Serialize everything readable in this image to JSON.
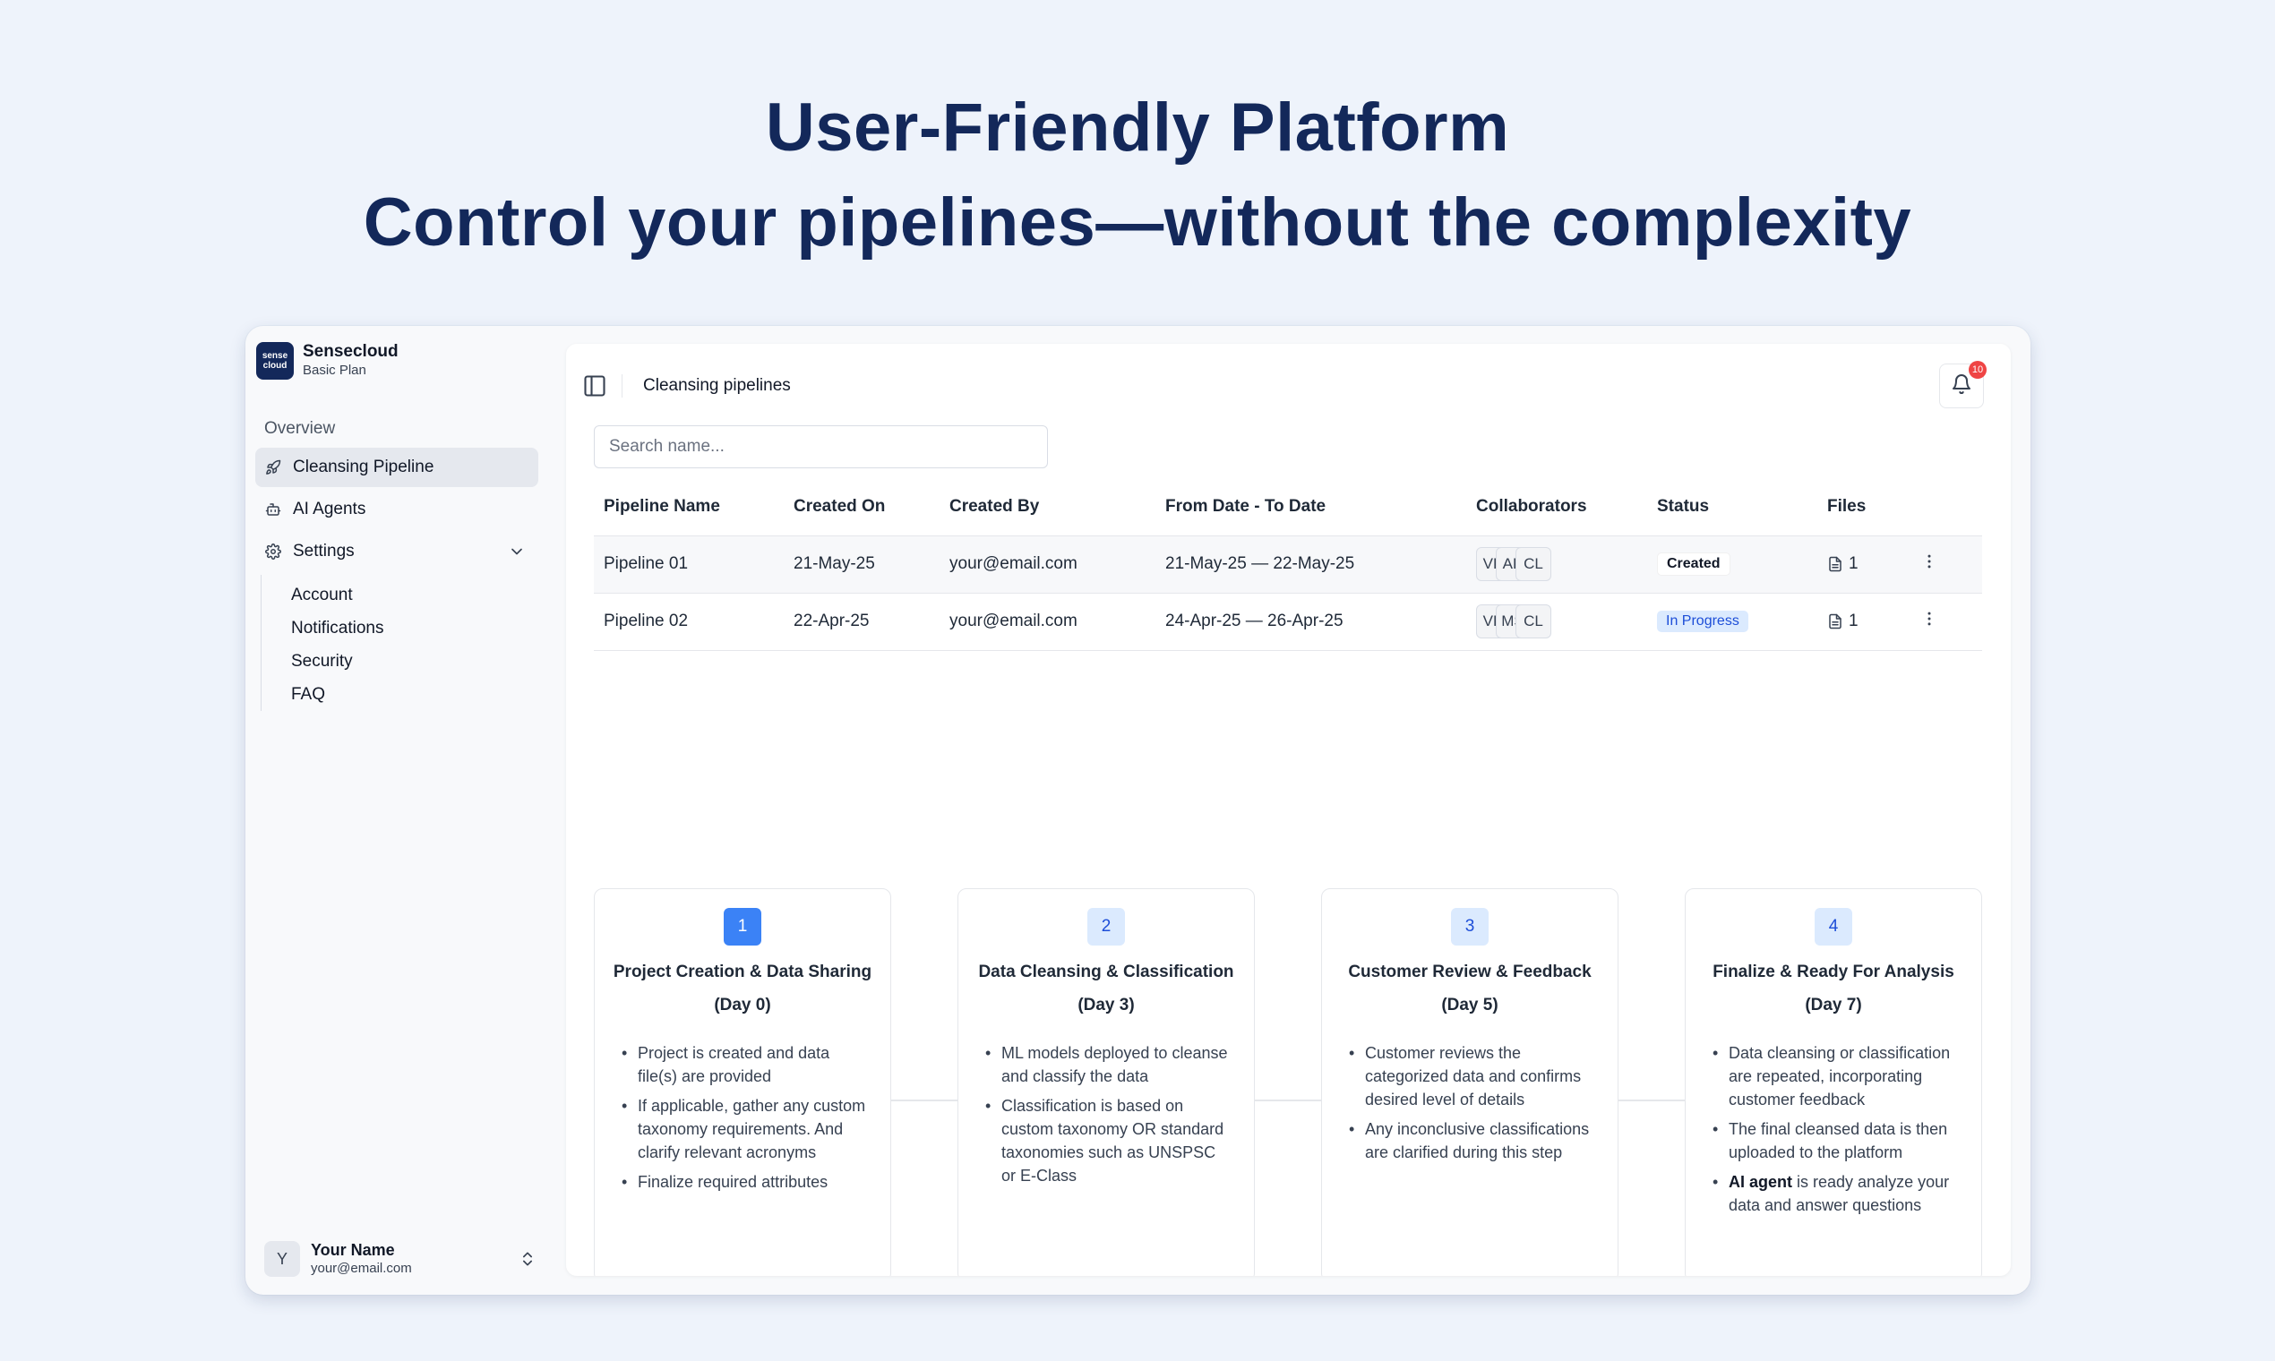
{
  "hero": {
    "title": "User-Friendly Platform",
    "subtitle": "Control your pipelines—without the complexity"
  },
  "brand": {
    "logo_text_top": "sense",
    "logo_text_bottom": "cloud",
    "name": "Sensecloud",
    "plan": "Basic Plan"
  },
  "sidebar": {
    "group_label": "Overview",
    "items": [
      {
        "label": "Cleansing Pipeline",
        "icon": "rocket-icon",
        "active": true
      },
      {
        "label": "AI Agents",
        "icon": "bot-icon"
      },
      {
        "label": "Settings",
        "icon": "gear-icon"
      }
    ],
    "settings_sub": [
      "Account",
      "Notifications",
      "Security",
      "FAQ"
    ]
  },
  "user": {
    "initial": "Y",
    "name": "Your Name",
    "email": "your@email.com"
  },
  "topbar": {
    "breadcrumb": "Cleansing pipelines",
    "notification_count": "10"
  },
  "search": {
    "placeholder": "Search name..."
  },
  "table": {
    "headers": [
      "Pipeline Name",
      "Created On",
      "Created By",
      "From Date - To Date",
      "Collaborators",
      "Status",
      "Files"
    ],
    "rows": [
      {
        "name": "Pipeline 01",
        "created_on": "21-May-25",
        "created_by": "your@email.com",
        "range": "21-May-25 — 22-May-25",
        "collaborators": [
          "VK",
          "AK",
          "CL"
        ],
        "status": "Created",
        "files": "1"
      },
      {
        "name": "Pipeline 02",
        "created_on": "22-Apr-25",
        "created_by": "your@email.com",
        "range": "24-Apr-25 — 26-Apr-25",
        "collaborators": [
          "VK",
          "MS",
          "CL"
        ],
        "status": "In Progress",
        "files": "1"
      }
    ]
  },
  "steps": [
    {
      "num": "1",
      "title": "Project Creation & Data Sharing",
      "day": "(Day 0)",
      "bullets": [
        "Project is created and data file(s) are provided",
        "If applicable, gather any custom taxonomy requirements. And clarify relevant acronyms",
        "Finalize required attributes"
      ]
    },
    {
      "num": "2",
      "title": "Data Cleansing & Classification",
      "day": "(Day 3)",
      "bullets": [
        "ML models deployed to cleanse and classify the data",
        "Classification is based on custom taxonomy OR standard taxonomies such as UNSPSC or E-Class"
      ]
    },
    {
      "num": "3",
      "title": "Customer Review & Feedback",
      "day": "(Day 5)",
      "bullets": [
        "Customer reviews the categorized data and confirms desired level of details",
        "Any inconclusive classifications are clarified during this step"
      ]
    },
    {
      "num": "4",
      "title": "Finalize & Ready For Analysis",
      "day": "(Day 7)",
      "bullets": [
        "Data cleansing or classification are repeated, incorporating customer feedback",
        "The final cleansed data is then uploaded to the platform"
      ],
      "last_bullet_bold": "AI agent",
      "last_bullet_rest": " is ready analyze your data and answer questions"
    }
  ],
  "colors": {
    "accent": "#3b82f6",
    "hero_text": "#13285a",
    "badge_red": "#ef4444",
    "progress_bg": "#dbeafe"
  }
}
